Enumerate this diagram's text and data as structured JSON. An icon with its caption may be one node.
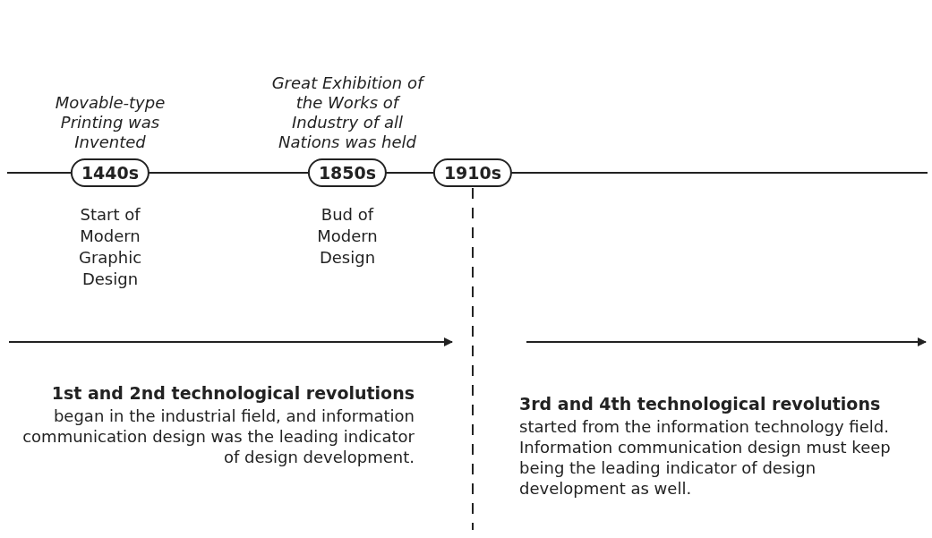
{
  "diagram": {
    "nodes": [
      {
        "text": [
          "1440s"
        ],
        "beside": [
          "Movable-type Printing was Invented",
          "Start of Modern Graphic Design"
        ]
      },
      {
        "text": [
          "1850s"
        ],
        "beside": [
          "Great Exhibition of the Works of Industry of all Nations was held",
          "Bud of Modern Design"
        ]
      },
      {
        "text": [
          "1910s"
        ]
      }
    ],
    "labels": [
      "1st and 2nd technological revolutions",
      "began in the industrial field, and information communication design was the leading indicator of design development.",
      "3rd and 4th technological revolutions",
      "started from the information technology field. Information communication design must keep being the leading indicator of design development as well."
    ]
  }
}
